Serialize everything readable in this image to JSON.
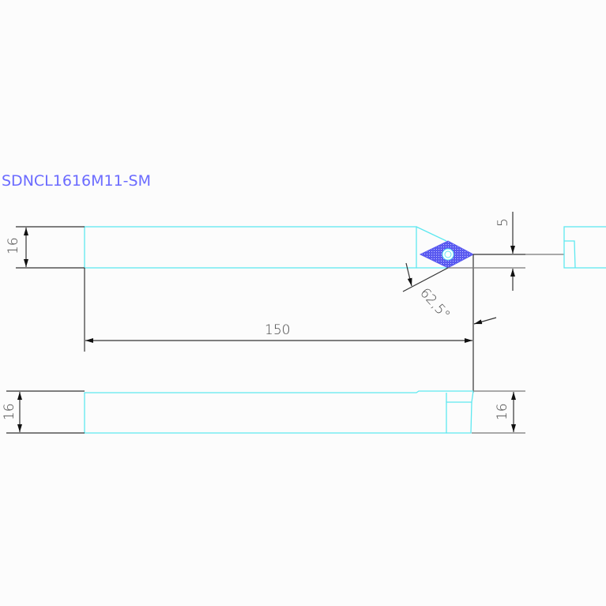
{
  "title": "SDNCL1616M11-SM",
  "dimensions": {
    "height_top": "16",
    "length": "150",
    "offset": "5",
    "angle": "62,5°",
    "height_bottom_left": "16",
    "height_bottom_right": "16"
  },
  "colors": {
    "outline": "#5ee8f0",
    "insert": "#5a5af0",
    "title": "#6b6bff",
    "dimension": "#333333"
  }
}
